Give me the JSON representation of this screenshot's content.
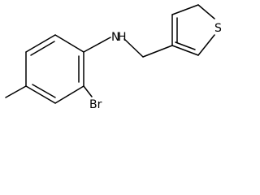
{
  "molecule": {
    "atoms": {
      "nitrogen": "N",
      "hydrogen": "H",
      "bromine": "Br",
      "sulfur": "S"
    },
    "colors": {
      "background": "#ffffff",
      "bond": "#000000",
      "label": "#000000"
    }
  }
}
